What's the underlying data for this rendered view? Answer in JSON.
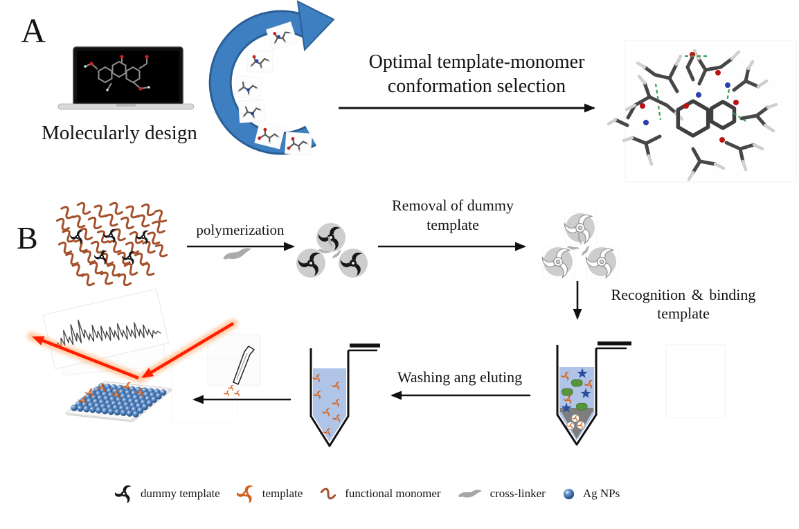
{
  "figure": {
    "panel_a": {
      "label": "A",
      "caption": "Molecularly design",
      "step_text_line1": "Optimal template-monomer",
      "step_text_line2": "conformation selection"
    },
    "panel_b": {
      "label": "B",
      "steps": {
        "polymerization": "polymerization",
        "removal_line1": "Removal of dummy",
        "removal_line2": "template",
        "recognition_line1": "Recognition & binding",
        "recognition_line2": "template",
        "washing": "Washing ang eluting"
      }
    },
    "legend": {
      "items": [
        {
          "icon": "dummy-template-icon",
          "label": "dummy template"
        },
        {
          "icon": "template-icon",
          "label": "template"
        },
        {
          "icon": "functional-monomer-icon",
          "label": "functional monomer"
        },
        {
          "icon": "cross-linker-icon",
          "label": "cross-linker"
        },
        {
          "icon": "ag-nps-icon",
          "label": "Ag NPs"
        }
      ]
    },
    "colors": {
      "arrow_blue": "#3d7fc1",
      "arrow_blue_dark": "#2b5e95",
      "template_orange": "#d2601a",
      "dummy_black": "#161616",
      "monomer_brown": "#a4502a",
      "crosslinker_gray": "#a6a6a6",
      "liquid_blue": "#afc4e7",
      "sediment_gray": "#7e7e7e",
      "agnp_blue": "#2d5a96",
      "star_blue": "#2b4d9e",
      "blob_green": "#57953b",
      "laser_red": "#ff1e00"
    }
  }
}
